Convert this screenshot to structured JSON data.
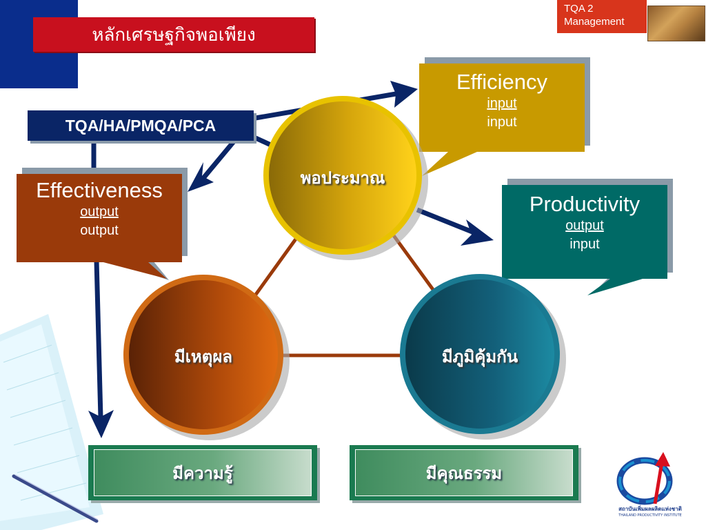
{
  "header": {
    "title": "หลักเศรษฐกิจพอเพียง",
    "corner_line1": "TQA 2",
    "corner_line2": "Management"
  },
  "standards_label": "TQA/HA/PMQA/PCA",
  "circles": {
    "top": "พอประมาณ",
    "left": "มีเหตุผล",
    "right": "มีภูมิคุ้มกัน"
  },
  "callouts": {
    "efficiency": {
      "title": "Efficiency",
      "numerator": "input",
      "denominator": "input"
    },
    "effectiveness": {
      "title": "Effectiveness",
      "numerator": "output",
      "denominator": "output"
    },
    "productivity": {
      "title": "Productivity",
      "numerator": "output",
      "denominator": "input"
    }
  },
  "bottom_boxes": {
    "knowledge": "มีความรู้",
    "virtue": "มีคุณธรรม"
  },
  "logo": {
    "caption_th": "สถาบันเพิ่มผลผลิตแห่งชาติ",
    "caption_en": "THAILAND PRODUCTIVITY INSTITUTE"
  },
  "colors": {
    "title_red": "#c8101e",
    "navy": "#0a2566",
    "efficiency": "#c89a00",
    "effectiveness": "#9a3a0a",
    "productivity": "#006a66",
    "green": "#1a7a50"
  }
}
